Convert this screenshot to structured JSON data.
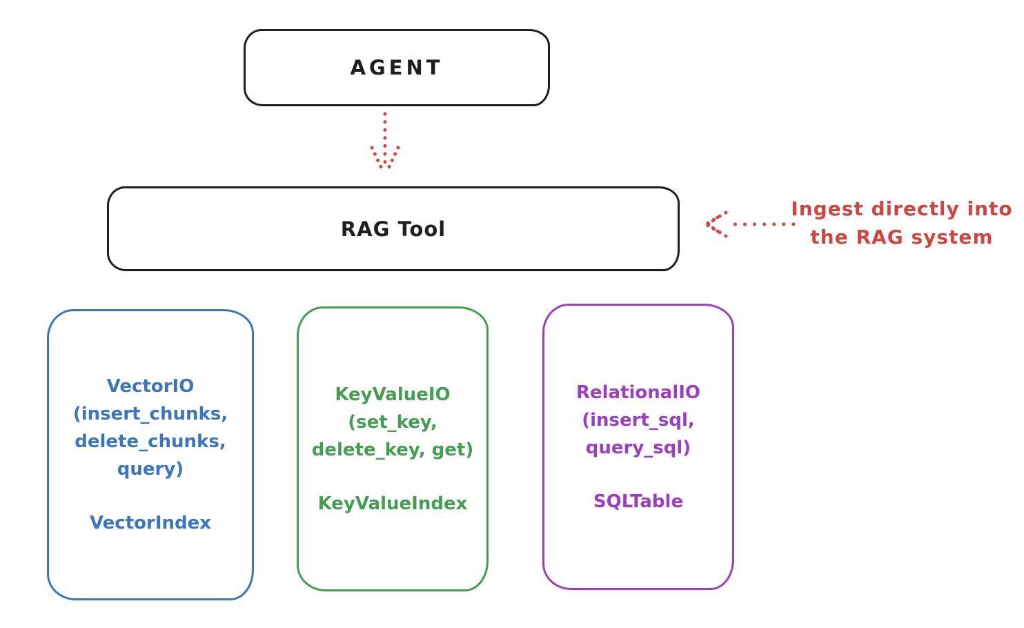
{
  "canvas": {
    "background": "#ffffff",
    "stroke_black": "#1e1e1e",
    "accent_red": "#cf4640"
  },
  "nodes": {
    "agent": {
      "label": "AGENT"
    },
    "rag_tool": {
      "label": "RAG Tool"
    }
  },
  "arrows": {
    "agent_to_rag": {
      "style": "dotted",
      "color": "#cf4640",
      "direction": "down"
    },
    "ingest_pointer": {
      "style": "dotted",
      "color": "#cf4640",
      "direction": "left"
    }
  },
  "annotation": {
    "color": "#cf4640",
    "lines": [
      "Ingest directly into",
      "the RAG system"
    ]
  },
  "storage_boxes": [
    {
      "name": "vector-io",
      "color": "#3b76bc",
      "api_lines": [
        "VectorIO",
        "(insert_chunks,",
        "delete_chunks,",
        "query)"
      ],
      "index_label": "VectorIndex"
    },
    {
      "name": "keyvalue-io",
      "color": "#449e52",
      "api_lines": [
        "KeyValueIO",
        "(set_key,",
        "delete_key, get)"
      ],
      "index_label": "KeyValueIndex"
    },
    {
      "name": "relational-io",
      "color": "#9b3fc0",
      "api_lines": [
        "RelationalIO",
        "(insert_sql,",
        "query_sql)"
      ],
      "index_label": "SQLTable"
    }
  ]
}
